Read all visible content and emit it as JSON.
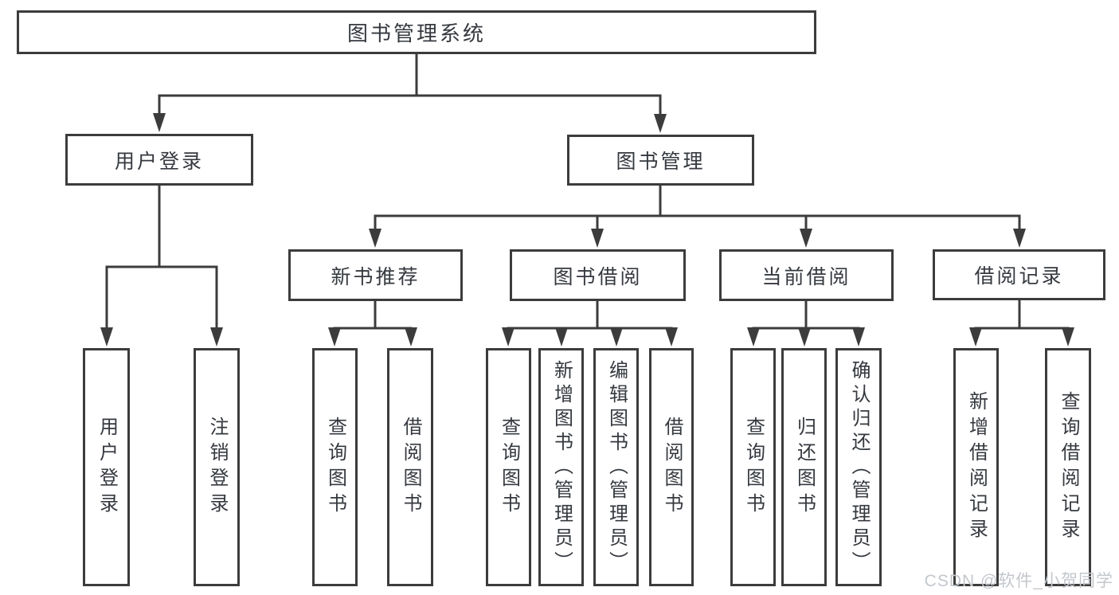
{
  "diagram": {
    "root": {
      "label": "图书管理系统"
    },
    "branches": [
      {
        "label": "用户登录",
        "children": [
          {
            "label": "用户登录"
          },
          {
            "label": "注销登录"
          }
        ]
      },
      {
        "label": "图书管理",
        "groups": [
          {
            "label": "新书推荐",
            "children": [
              {
                "label": "查询图书"
              },
              {
                "label": "借阅图书"
              }
            ]
          },
          {
            "label": "图书借阅",
            "children": [
              {
                "label": "查询图书"
              },
              {
                "label": "新增图书（管理员）"
              },
              {
                "label": "编辑图书（管理员）"
              },
              {
                "label": "借阅图书"
              }
            ]
          },
          {
            "label": "当前借阅",
            "children": [
              {
                "label": "查询图书"
              },
              {
                "label": "归还图书"
              },
              {
                "label": "确认归还（管理员）"
              }
            ]
          },
          {
            "label": "借阅记录",
            "children": [
              {
                "label": "新增借阅记录"
              },
              {
                "label": "查询借阅记录"
              }
            ]
          }
        ]
      }
    ]
  },
  "watermark": {
    "text": "CSDN @软件_小贺同学"
  },
  "colors": {
    "background": "#ffffff",
    "line": "#3c3c3c",
    "text": "#35393f",
    "watermark": "#c3c7cc"
  }
}
